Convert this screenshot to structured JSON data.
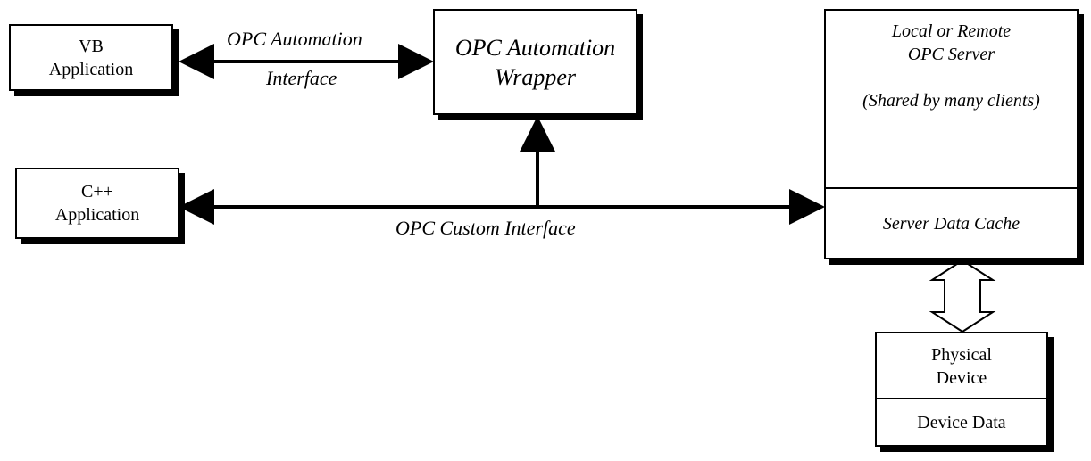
{
  "vb_app": {
    "line1": "VB",
    "line2": "Application"
  },
  "cpp_app": {
    "line1": "C++",
    "line2": "Application"
  },
  "wrapper": {
    "line1": "OPC Automation",
    "line2": "Wrapper"
  },
  "automation_interface": {
    "line1": "OPC Automation",
    "line2": "Interface"
  },
  "custom_interface": "OPC Custom Interface",
  "server": {
    "line1": "Local or Remote",
    "line2": "OPC Server",
    "line3": "(Shared by many clients)",
    "cache": "Server Data Cache"
  },
  "device": {
    "line1": "Physical",
    "line2": "Device",
    "data": "Device Data"
  }
}
